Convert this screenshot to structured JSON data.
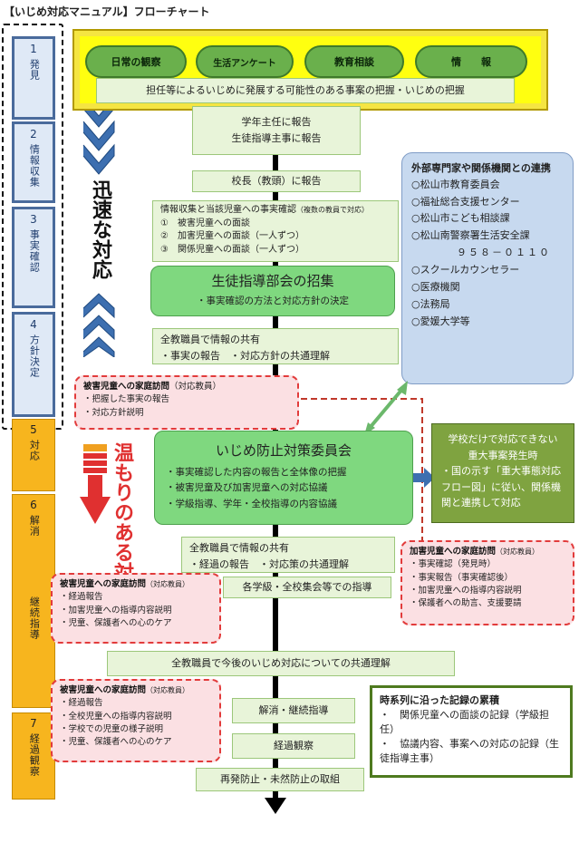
{
  "title": "【いじめ対応マニュアル】フローチャート",
  "steps": [
    {
      "num": "1",
      "label": "発見"
    },
    {
      "num": "2",
      "label": "情報収集"
    },
    {
      "num": "3",
      "label": "事実確認"
    },
    {
      "num": "4",
      "label": "方針決定"
    },
    {
      "num": "5",
      "label": "対応"
    },
    {
      "num": "6",
      "label": "解消"
    },
    {
      "num": "",
      "label": "継続指導"
    },
    {
      "num": "7",
      "label": "経過観察"
    }
  ],
  "top_pills": [
    "日常の観察",
    "生活アンケート",
    "教育相談",
    "情　　報"
  ],
  "top_caption": "担任等によるいじめに発展する可能性のある事案の把握・いじめの把握",
  "box_report": [
    "学年主任に報告",
    "生徒指導主事に報告"
  ],
  "box_principal": "校長（教頭）に報告",
  "box_info": {
    "title": "情報収集と当該児童への事実確認",
    "note": "（複数の教員で対応）",
    "items": [
      "①　被害児童への面談",
      "②　加害児童への面談（一人ずつ）",
      "③　関係児童への面談（一人ずつ）"
    ]
  },
  "box_meeting": {
    "title": "生徒指導部会の招集",
    "sub": "・事実確認の方法と対応方針の決定"
  },
  "box_share1": {
    "title": "全教職員で情報の共有",
    "sub": "・事実の報告　・対応方針の共通理解"
  },
  "external": {
    "title": "外部専門家や関係機関との連携",
    "items": [
      "○松山市教育委員会",
      "○福祉総合支援センター",
      "○松山市こども相談課",
      "○松山南警察署生活安全課",
      "９５８－０１１０",
      "○スクールカウンセラー",
      "○医療機関",
      "○法務局",
      "○愛媛大学等"
    ]
  },
  "side_text1": "迅速な対応",
  "side_text2": "温もりのある対応",
  "red1": {
    "title": "被害児童への家庭訪問",
    "tag": "（対応教員）",
    "items": [
      "・把握した事実の報告",
      "・対応方針説明"
    ]
  },
  "committee": {
    "title": "いじめ防止対策委員会",
    "items": [
      "・事実確認した内容の報告と全体像の把握",
      "・被害児童及び加害児童への対応協議",
      "・学級指導、学年・全校指導の内容協議"
    ]
  },
  "serious": {
    "lines": [
      "学校だけで対応できない",
      "重大事案発生時"
    ],
    "body": "・国の示す「重大事態対応フロー図」に従い、関係機関と連携して対応"
  },
  "box_share2": {
    "title": "全教職員で情報の共有",
    "sub": "・経過の報告　・対応策の共通理解"
  },
  "box_class": "各学級・全校集会等での指導",
  "red2": {
    "title": "加害児童への家庭訪問",
    "tag": "（対応教員）",
    "items": [
      "・事実確認（発見時）",
      "・事実報告（事実確認後）",
      "・加害児童への指導内容説明",
      "・保護者への助言、支援要請"
    ]
  },
  "red3": {
    "title": "被害児童への家庭訪問",
    "tag": "（対応教員）",
    "items": [
      "・経過報告",
      "・加害児童への指導内容説明",
      "・児童、保護者への心のケア"
    ]
  },
  "box_common": "全教職員で今後のいじめ対応についての共通理解",
  "red4": {
    "title": "被害児童への家庭訪問",
    "tag": "（対応教員）",
    "items": [
      "・経過報告",
      "・全校児童への指導内容説明",
      "・学校での児童の様子説明",
      "・児童、保護者への心のケア"
    ]
  },
  "box_resolve": "解消・継続指導",
  "box_observe": "経過観察",
  "box_prevent": "再発防止・未然防止の取組",
  "records": {
    "title": "時系列に沿った記録の累積",
    "items": [
      "・　関係児童への面談の記録（学級担任）",
      "・　協議内容、事案への対応の記録（生徒指導主事）"
    ]
  },
  "colors": {
    "step_blue": "#4a6b9c",
    "step_gold": "#f7b51e",
    "pill_green": "#6ab04c",
    "yellow_frame": "#ffff10",
    "red_text": "#e03030",
    "blue_arrow": "#3d6fb0"
  }
}
